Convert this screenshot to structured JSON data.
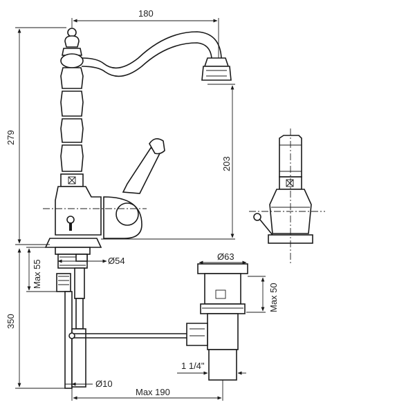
{
  "dimensions": {
    "top_width": "180",
    "total_height": "279",
    "spout_height": "203",
    "max_55": "Max 55",
    "dia_54": "Ø54",
    "lower_height": "350",
    "dia_63": "Ø63",
    "max_50": "Max 50",
    "thread": "1 1/4\"",
    "dia_10": "Ø10",
    "max_190": "Max 190"
  }
}
